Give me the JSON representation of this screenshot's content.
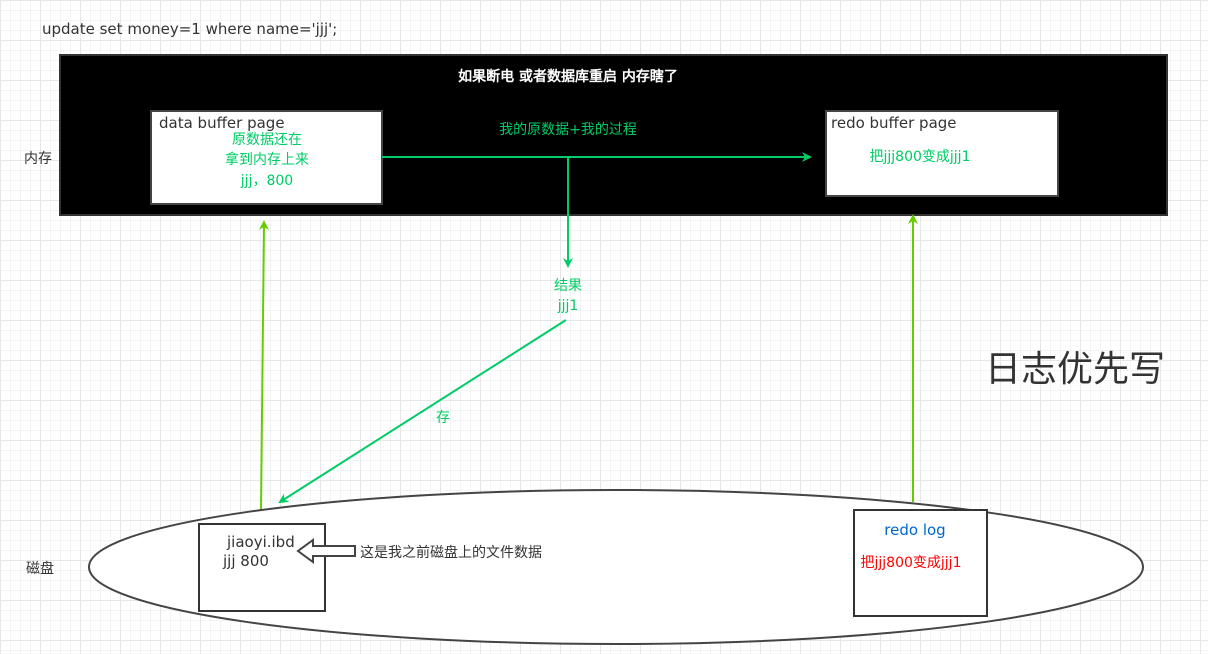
{
  "sql": "update set money=1 where name='jjj';",
  "memory_label": "内存",
  "disk_label": "磁盘",
  "memory_header": "如果断电 或者数据库重启 内存瞎了",
  "data_buffer": {
    "title": "data buffer page",
    "line1": "原数据还在",
    "line2": "拿到内存上来",
    "line3": "jjj，800"
  },
  "redo_buffer": {
    "title": "redo buffer page",
    "text": "把jjj800变成jjj1"
  },
  "flow_label": "我的原数据+我的过程",
  "result": {
    "line1": "结果",
    "line2": "jjj1"
  },
  "store_label": "存",
  "wal_label": "日志优先写",
  "ibd_file": {
    "name": "jiaoyi.ibd",
    "data": "jjj 800"
  },
  "ibd_note": "这是我之前磁盘上的文件数据",
  "redo_log": {
    "title": "redo log",
    "text": "把jjj800变成jjj1"
  },
  "colors": {
    "green": "#00cc66",
    "lime": "#66cc00",
    "blue": "#0066cc",
    "red": "#ff0000"
  }
}
